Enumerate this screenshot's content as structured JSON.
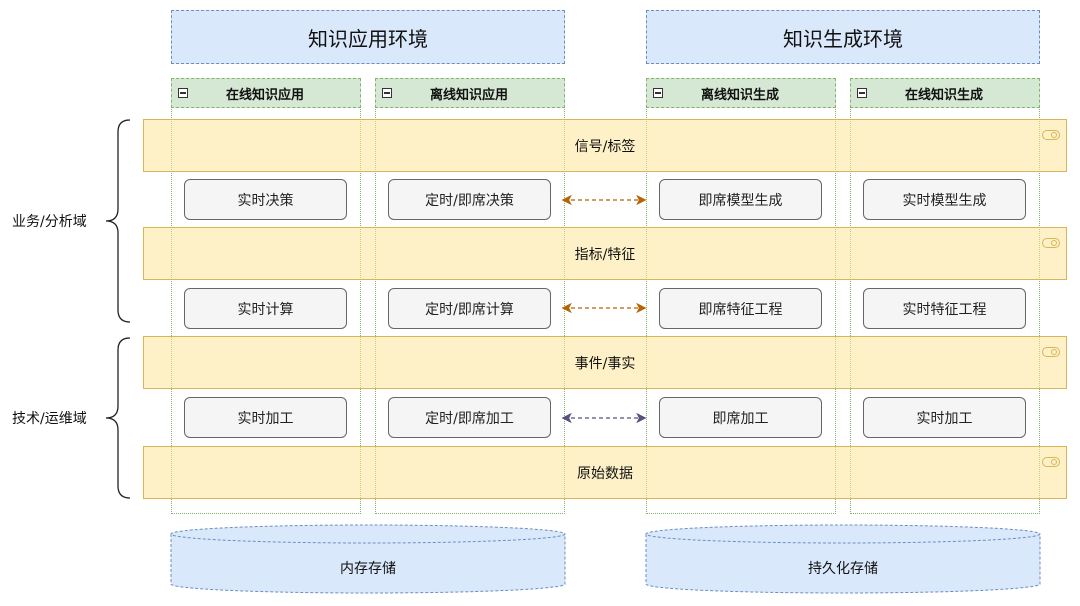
{
  "environments": {
    "app": "知识应用环境",
    "gen": "知识生成环境"
  },
  "lanes": {
    "online_app": "在线知识应用",
    "offline_app": "离线知识应用",
    "offline_gen": "离线知识生成",
    "online_gen": "在线知识生成"
  },
  "bands": {
    "signal": "信号/标签",
    "indicator": "指标/特征",
    "event": "事件/事实",
    "raw": "原始数据"
  },
  "boxes": {
    "row1": [
      "实时决策",
      "定时/即席决策",
      "即席模型生成",
      "实时模型生成"
    ],
    "row2": [
      "实时计算",
      "定时/即席计算",
      "即席特征工程",
      "实时特征工程"
    ],
    "row3": [
      "实时加工",
      "定时/即席加工",
      "即席加工",
      "实时加工"
    ]
  },
  "domains": {
    "business": "业务/分析域",
    "tech": "技术/运维域"
  },
  "storage": {
    "memory": "内存存储",
    "persistent": "持久化存储"
  },
  "colors": {
    "env_fill": "#dae8fc",
    "lane_fill": "#d5e8d4",
    "band_fill": "#fff2cc",
    "arrow_orange": "#b46504",
    "arrow_purple": "#56517e"
  },
  "icons": [
    "collapse-icon",
    "container-toggle-icon",
    "bidirectional-arrow-icon",
    "brace-icon"
  ]
}
